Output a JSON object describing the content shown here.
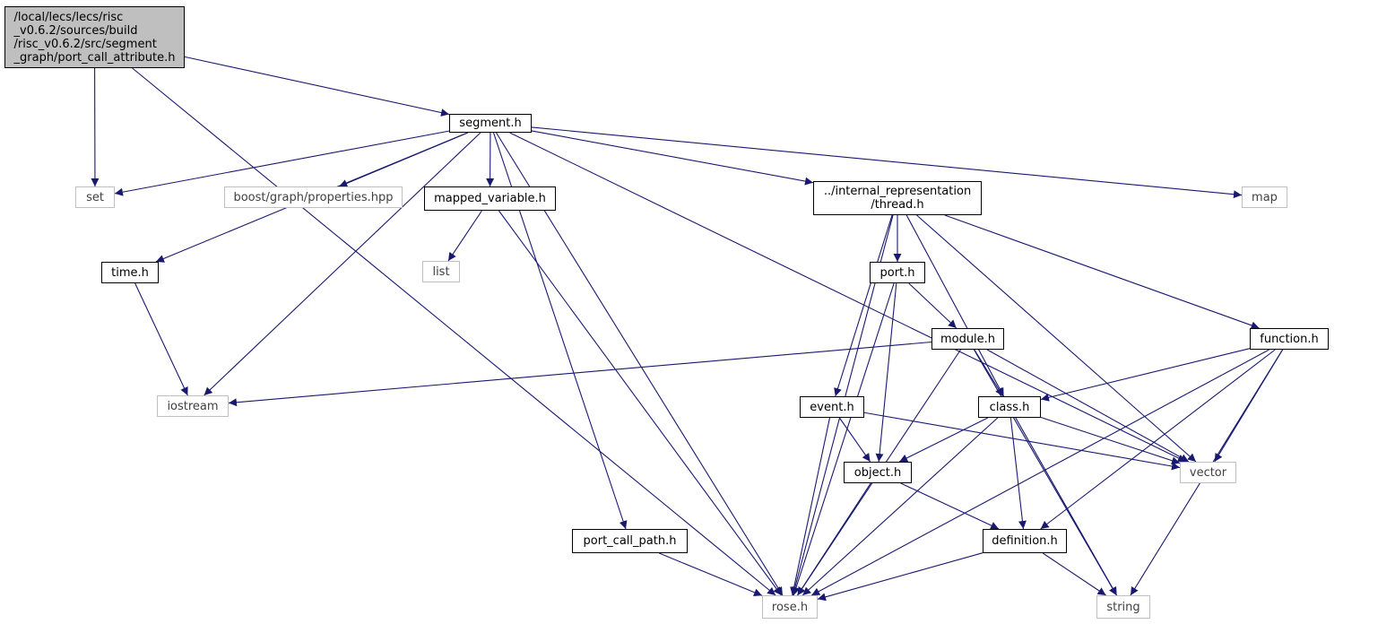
{
  "graph": {
    "colors": {
      "edge": "#191970",
      "root_fill": "#bfbfbf",
      "node_border": "#000000",
      "external_border": "#bfbfbf",
      "external_text": "#404040"
    },
    "nodes": {
      "root": "/local/lecs/lecs/risc\n_v0.6.2/sources/build\n/risc_v0.6.2/src/segment\n_graph/port_call_attribute.h",
      "segment": "segment.h",
      "set": "set",
      "boost_props": "boost/graph/properties.hpp",
      "mapped_variable": "mapped_variable.h",
      "thread": "../internal_representation\n/thread.h",
      "map": "map",
      "time": "time.h",
      "list": "list",
      "port": "port.h",
      "function": "function.h",
      "module": "module.h",
      "iostream": "iostream",
      "event": "event.h",
      "class": "class.h",
      "vector": "vector",
      "object": "object.h",
      "port_call_path": "port_call_path.h",
      "definition": "definition.h",
      "rose": "rose.h",
      "string": "string"
    },
    "edges": [
      [
        "root",
        "segment"
      ],
      [
        "root",
        "set"
      ],
      [
        "root",
        "rose"
      ],
      [
        "segment",
        "set"
      ],
      [
        "segment",
        "boost_props"
      ],
      [
        "segment",
        "mapped_variable"
      ],
      [
        "segment",
        "thread"
      ],
      [
        "segment",
        "map"
      ],
      [
        "segment",
        "time"
      ],
      [
        "segment",
        "iostream"
      ],
      [
        "segment",
        "vector"
      ],
      [
        "segment",
        "rose"
      ],
      [
        "segment",
        "port_call_path"
      ],
      [
        "mapped_variable",
        "list"
      ],
      [
        "mapped_variable",
        "rose"
      ],
      [
        "time",
        "iostream"
      ],
      [
        "thread",
        "port"
      ],
      [
        "thread",
        "function"
      ],
      [
        "thread",
        "event"
      ],
      [
        "thread",
        "class"
      ],
      [
        "thread",
        "vector"
      ],
      [
        "thread",
        "rose"
      ],
      [
        "port",
        "module"
      ],
      [
        "port",
        "object"
      ],
      [
        "port",
        "rose"
      ],
      [
        "module",
        "iostream"
      ],
      [
        "module",
        "class"
      ],
      [
        "module",
        "vector"
      ],
      [
        "module",
        "string"
      ],
      [
        "module",
        "rose"
      ],
      [
        "function",
        "class"
      ],
      [
        "function",
        "vector"
      ],
      [
        "function",
        "definition"
      ],
      [
        "function",
        "rose"
      ],
      [
        "function",
        "string"
      ],
      [
        "event",
        "object"
      ],
      [
        "event",
        "vector"
      ],
      [
        "event",
        "rose"
      ],
      [
        "class",
        "object"
      ],
      [
        "class",
        "vector"
      ],
      [
        "class",
        "definition"
      ],
      [
        "class",
        "rose"
      ],
      [
        "class",
        "string"
      ],
      [
        "object",
        "definition"
      ],
      [
        "object",
        "rose"
      ],
      [
        "port_call_path",
        "rose"
      ],
      [
        "definition",
        "rose"
      ],
      [
        "definition",
        "string"
      ]
    ]
  }
}
